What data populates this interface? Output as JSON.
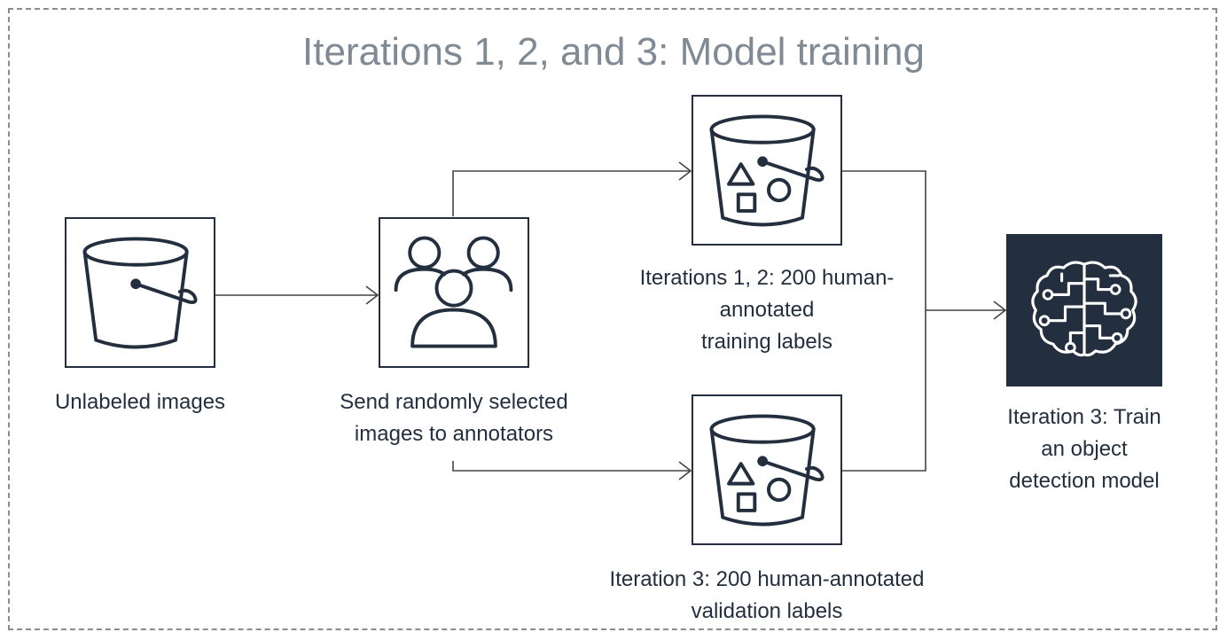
{
  "title": "Iterations 1, 2, and 3: Model training",
  "nodes": {
    "unlabeled": {
      "icon": "bucket-icon",
      "label": "Unlabeled images"
    },
    "annotators": {
      "icon": "users-icon",
      "label_lines": [
        "Send randomly selected",
        "images to annotators"
      ]
    },
    "training": {
      "icon": "labeled-bucket-icon",
      "label_lines": [
        "Iterations 1, 2: 200 human-",
        "annotated",
        "training  labels"
      ]
    },
    "validation": {
      "icon": "labeled-bucket-icon",
      "label_lines": [
        "Iteration 3: 200 human-annotated",
        "validation labels"
      ]
    },
    "model": {
      "icon": "brain-icon",
      "label_lines": [
        "Iteration 3: Train",
        "an object",
        "detection model"
      ]
    }
  },
  "colors": {
    "ink": "#232f3e",
    "title": "#7f8a95",
    "border": "#8c8c8c",
    "line": "#444444"
  }
}
